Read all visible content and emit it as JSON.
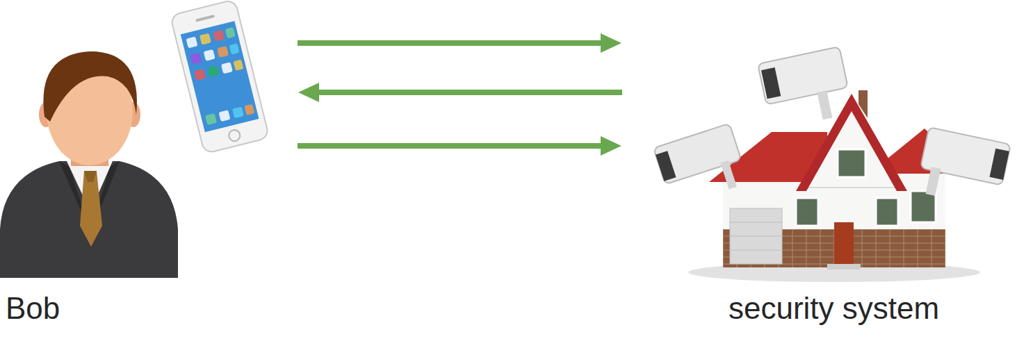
{
  "diagram": {
    "nodes": [
      {
        "text": [
          "Bob"
        ]
      },
      {
        "text": [
          "security system"
        ]
      }
    ],
    "edges": [
      {
        "from": 0,
        "to": 1,
        "arrow": "to"
      },
      {
        "from": 1,
        "to": 0,
        "arrow": "to"
      },
      {
        "from": 0,
        "to": 1,
        "arrow": "to"
      }
    ]
  }
}
